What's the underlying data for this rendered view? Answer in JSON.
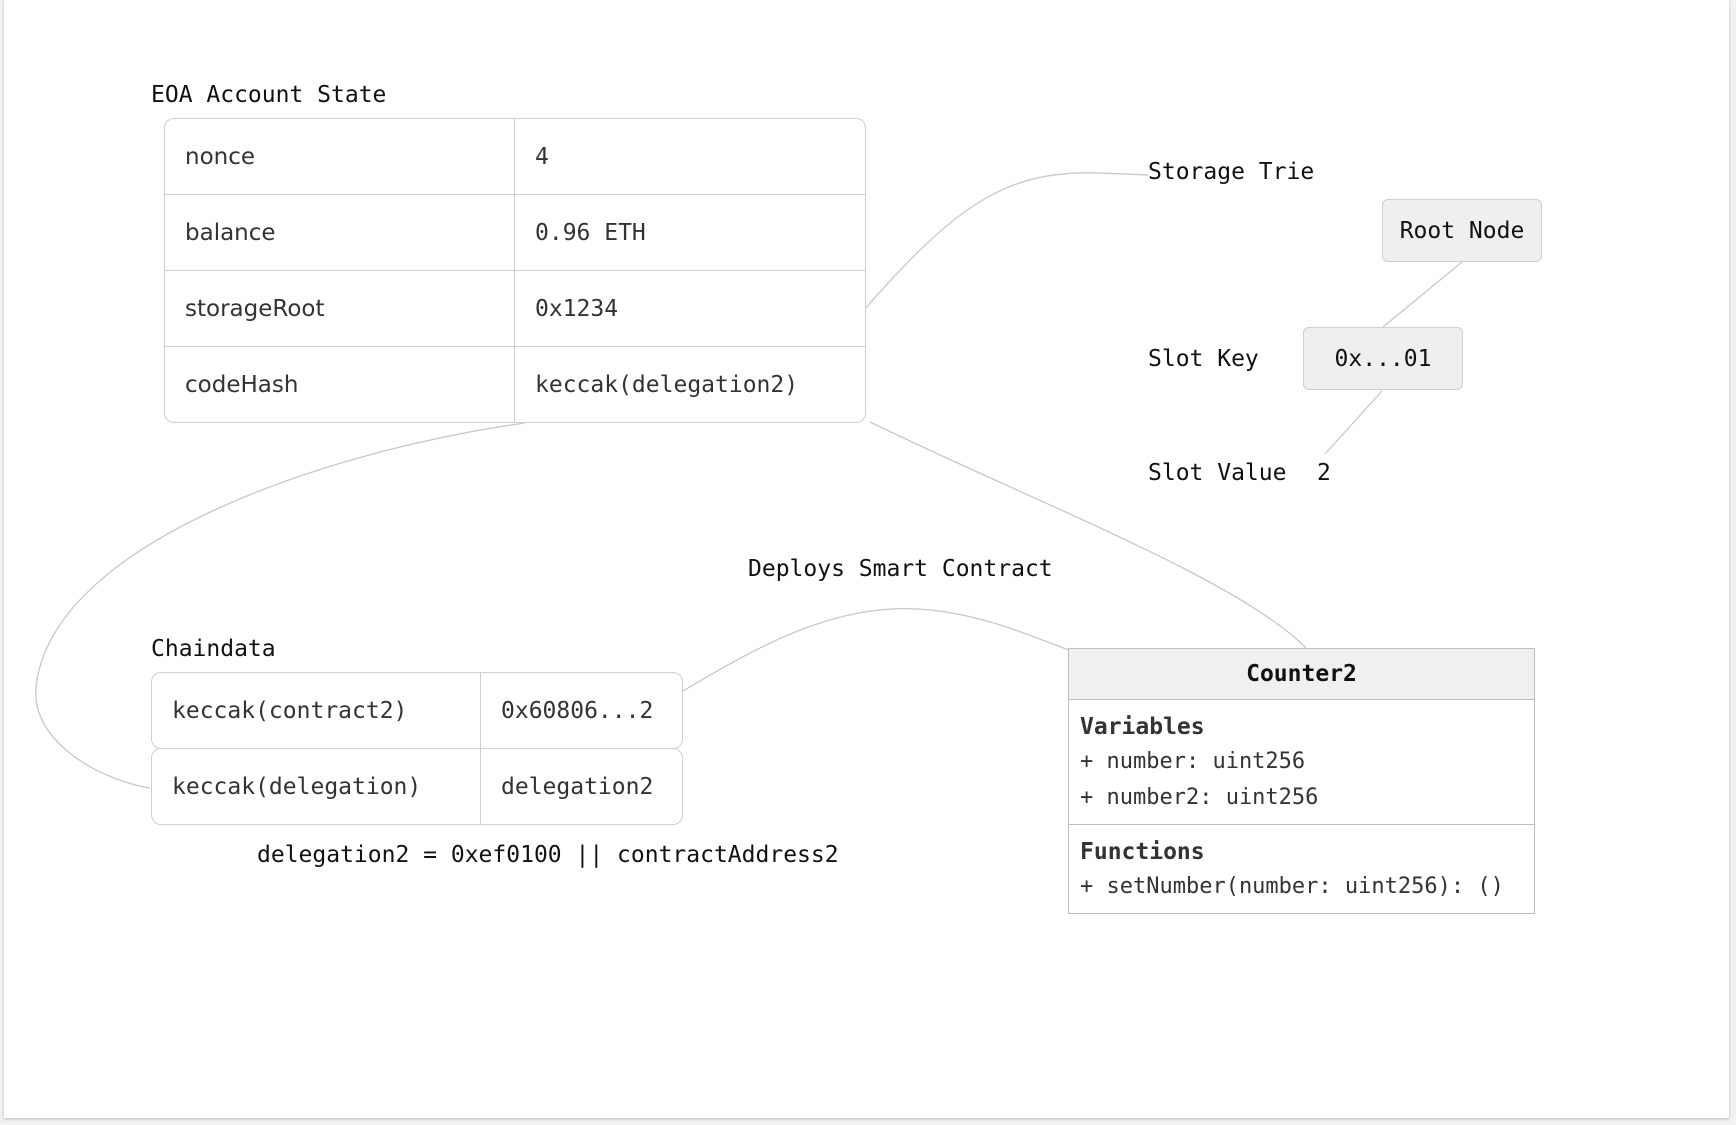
{
  "eoa": {
    "title": "EOA Account State",
    "rows": [
      {
        "key": "nonce",
        "value": "4"
      },
      {
        "key": "balance",
        "value": "0.96 ETH"
      },
      {
        "key": "storageRoot",
        "value": "0x1234"
      },
      {
        "key": "codeHash",
        "value": "keccak(delegation2)"
      }
    ]
  },
  "storage": {
    "title": "Storage Trie",
    "root_node": "Root Node",
    "slot_key_label": "Slot Key",
    "slot_key_value": "0x...01",
    "slot_value_label": "Slot Value",
    "slot_value_value": "2"
  },
  "deploy_label": "Deploys Smart Contract",
  "chaindata": {
    "title": "Chaindata",
    "rows": [
      {
        "key": "keccak(contract2)",
        "value": "0x60806...2"
      },
      {
        "key": "keccak(delegation)",
        "value": "delegation2"
      }
    ],
    "formula": "delegation2 = 0xef0100 || contractAddress2"
  },
  "contract": {
    "name": "Counter2",
    "variables_title": "Variables",
    "variables": [
      "+ number: uint256",
      "+ number2: uint256"
    ],
    "functions_title": "Functions",
    "functions": [
      "+ setNumber(number: uint256): ()"
    ]
  },
  "colors": {
    "border": "#cfcfcf",
    "connector": "#c8c8c8",
    "node_fill": "#efefef",
    "header_fill": "#f0f0f0"
  }
}
